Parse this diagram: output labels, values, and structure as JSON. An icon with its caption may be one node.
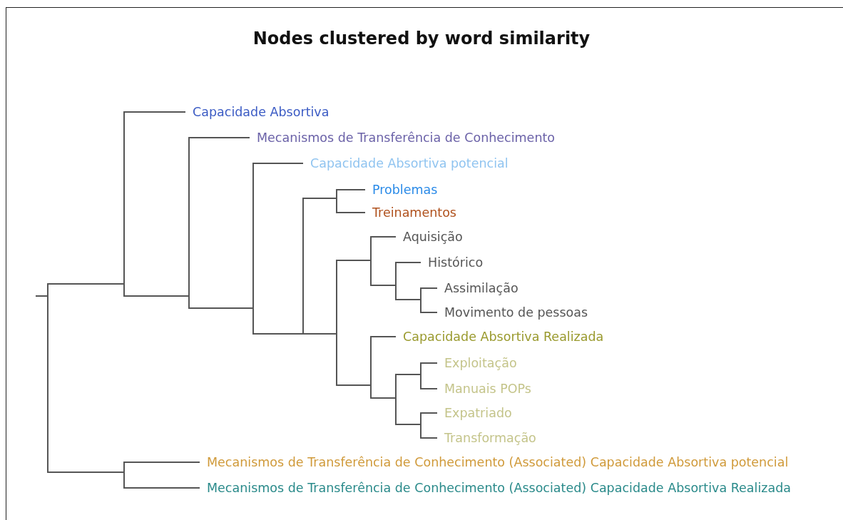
{
  "diagram": {
    "title": "Nodes clustered by word similarity",
    "nodes": [
      {
        "text": [
          "Capacidade Absortiva"
        ]
      },
      {
        "text": [
          "Mecanismos de Transferência de Conhecimento"
        ]
      },
      {
        "text": [
          "Capacidade Absortiva potencial"
        ]
      },
      {
        "text": [
          "Problemas"
        ]
      },
      {
        "text": [
          "Treinamentos"
        ]
      },
      {
        "text": [
          "Aquisição"
        ]
      },
      {
        "text": [
          "Histórico"
        ]
      },
      {
        "text": [
          "Assimilação"
        ]
      },
      {
        "text": [
          "Movimento de pessoas"
        ]
      },
      {
        "text": [
          "Capacidade Absortiva Realizada"
        ]
      },
      {
        "text": [
          "Exploitação"
        ]
      },
      {
        "text": [
          "Manuais POPs"
        ]
      },
      {
        "text": [
          "Expatriado"
        ]
      },
      {
        "text": [
          "Transformação"
        ]
      },
      {
        "text": [
          "Mecanismos de Transferência de Conhecimento (Associated) Capacidade Absortiva potencial"
        ]
      },
      {
        "text": [
          "Mecanismos de Transferência de Conhecimento (Associated) Capacidade Absortiva Realizada"
        ]
      },
      {
        "text": [],
        "shape": "bar"
      },
      {
        "text": [],
        "shape": "bar"
      },
      {
        "text": [],
        "shape": "bar"
      },
      {
        "text": [],
        "shape": "bar"
      },
      {
        "text": [],
        "shape": "bar"
      },
      {
        "text": [],
        "shape": "bar"
      },
      {
        "text": [],
        "shape": "bar"
      },
      {
        "text": [],
        "shape": "bar"
      },
      {
        "text": [],
        "shape": "bar"
      },
      {
        "text": [],
        "shape": "bar"
      },
      {
        "text": [],
        "shape": "bar"
      },
      {
        "text": [],
        "shape": "bar"
      },
      {
        "text": [],
        "shape": "bar"
      },
      {
        "text": [],
        "shape": "bar"
      },
      {
        "text": [],
        "shape": "bar"
      }
    ],
    "edges": [
      {
        "from": null,
        "to": 16,
        "arrow": "none"
      },
      {
        "from": 16,
        "to": 17,
        "arrow": "none"
      },
      {
        "from": 16,
        "to": 30,
        "arrow": "none"
      },
      {
        "from": 17,
        "to": 0,
        "arrow": "none"
      },
      {
        "from": 17,
        "to": 18,
        "arrow": "none"
      },
      {
        "from": 18,
        "to": 1,
        "arrow": "none"
      },
      {
        "from": 18,
        "to": 19,
        "arrow": "none"
      },
      {
        "from": 19,
        "to": 2,
        "arrow": "none"
      },
      {
        "from": 19,
        "to": 20,
        "arrow": "none"
      },
      {
        "from": 20,
        "to": 21,
        "arrow": "none"
      },
      {
        "from": 20,
        "to": 22,
        "arrow": "none"
      },
      {
        "from": 21,
        "to": 3,
        "arrow": "none"
      },
      {
        "from": 21,
        "to": 4,
        "arrow": "none"
      },
      {
        "from": 22,
        "to": 23,
        "arrow": "none"
      },
      {
        "from": 22,
        "to": 26,
        "arrow": "none"
      },
      {
        "from": 23,
        "to": 5,
        "arrow": "none"
      },
      {
        "from": 23,
        "to": 24,
        "arrow": "none"
      },
      {
        "from": 24,
        "to": 6,
        "arrow": "none"
      },
      {
        "from": 24,
        "to": 25,
        "arrow": "none"
      },
      {
        "from": 25,
        "to": 7,
        "arrow": "none"
      },
      {
        "from": 25,
        "to": 8,
        "arrow": "none"
      },
      {
        "from": 26,
        "to": 9,
        "arrow": "none"
      },
      {
        "from": 26,
        "to": 27,
        "arrow": "none"
      },
      {
        "from": 27,
        "to": 28,
        "arrow": "none"
      },
      {
        "from": 27,
        "to": 29,
        "arrow": "none"
      },
      {
        "from": 28,
        "to": 10,
        "arrow": "none"
      },
      {
        "from": 28,
        "to": 11,
        "arrow": "none"
      },
      {
        "from": 29,
        "to": 12,
        "arrow": "none"
      },
      {
        "from": 29,
        "to": 13,
        "arrow": "none"
      },
      {
        "from": 30,
        "to": 14,
        "arrow": "none"
      },
      {
        "from": 30,
        "to": 15,
        "arrow": "none"
      }
    ]
  }
}
